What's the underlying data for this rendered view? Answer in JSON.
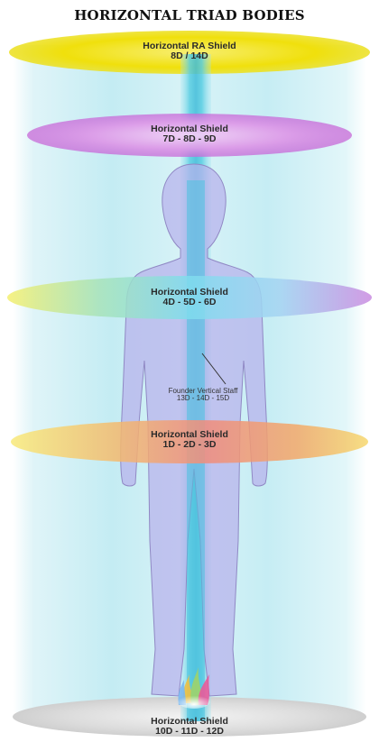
{
  "title": "HORIZONTAL TRIAD BODIES",
  "shields": [
    {
      "name": "Horizontal RA Shield",
      "dims": "8D / 14D",
      "color": "#f2e20c"
    },
    {
      "name": "Horizontal Shield",
      "dims": "7D - 8D - 9D",
      "color": "#d48be0"
    },
    {
      "name": "Horizontal Shield",
      "dims": "4D - 5D - 6D",
      "colors": [
        "#f3ee7a",
        "#6ed6e6",
        "#c98ae0"
      ]
    },
    {
      "name": "Horizontal Shield",
      "dims": "1D - 2D - 3D",
      "colors": [
        "#f6e27a",
        "#f08a7a",
        "#f0a060"
      ]
    },
    {
      "name": "Horizontal Shield",
      "dims": "10D - 11D - 12D",
      "color": "#d8d8d8"
    }
  ],
  "staff": {
    "name": "Founder Vertical Staff",
    "dims": "13D - 14D - 15D",
    "color": "#4fc7e0"
  },
  "body_color": "#b8b3ec",
  "cylinder_color": "#bfe9f1"
}
